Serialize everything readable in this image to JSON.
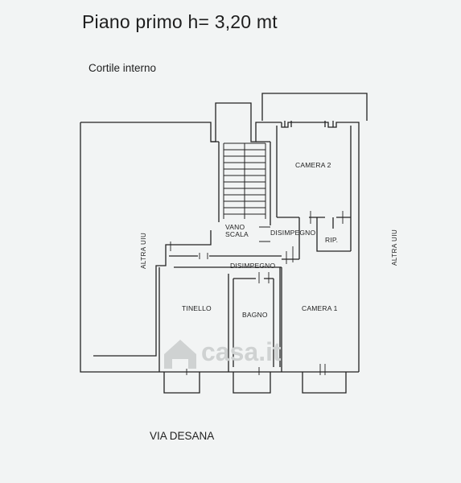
{
  "header": {
    "title": "Piano primo h= 3,20 mt",
    "courtyard_label": "Cortile interno",
    "street_label": "VIA DESANA"
  },
  "rooms": {
    "camera2": "CAMERA 2",
    "camera1": "CAMERA 1",
    "tinello": "TINELLO",
    "bagno": "BAGNO",
    "rip": "RIP.",
    "vano": "VANO",
    "scala": "SCALA",
    "disimpegno_upper": "DISIMPEGNO",
    "disimpegno_lower": "DISIMPEGNO",
    "altra_uiu_left": "ALTRA UIU",
    "altra_uiu_right": "ALTRA UIU"
  },
  "watermark": {
    "text": "casa.it"
  },
  "colors": {
    "background": "#f2f4f4",
    "wall": "#222222",
    "watermark": "#cfd2d2"
  }
}
